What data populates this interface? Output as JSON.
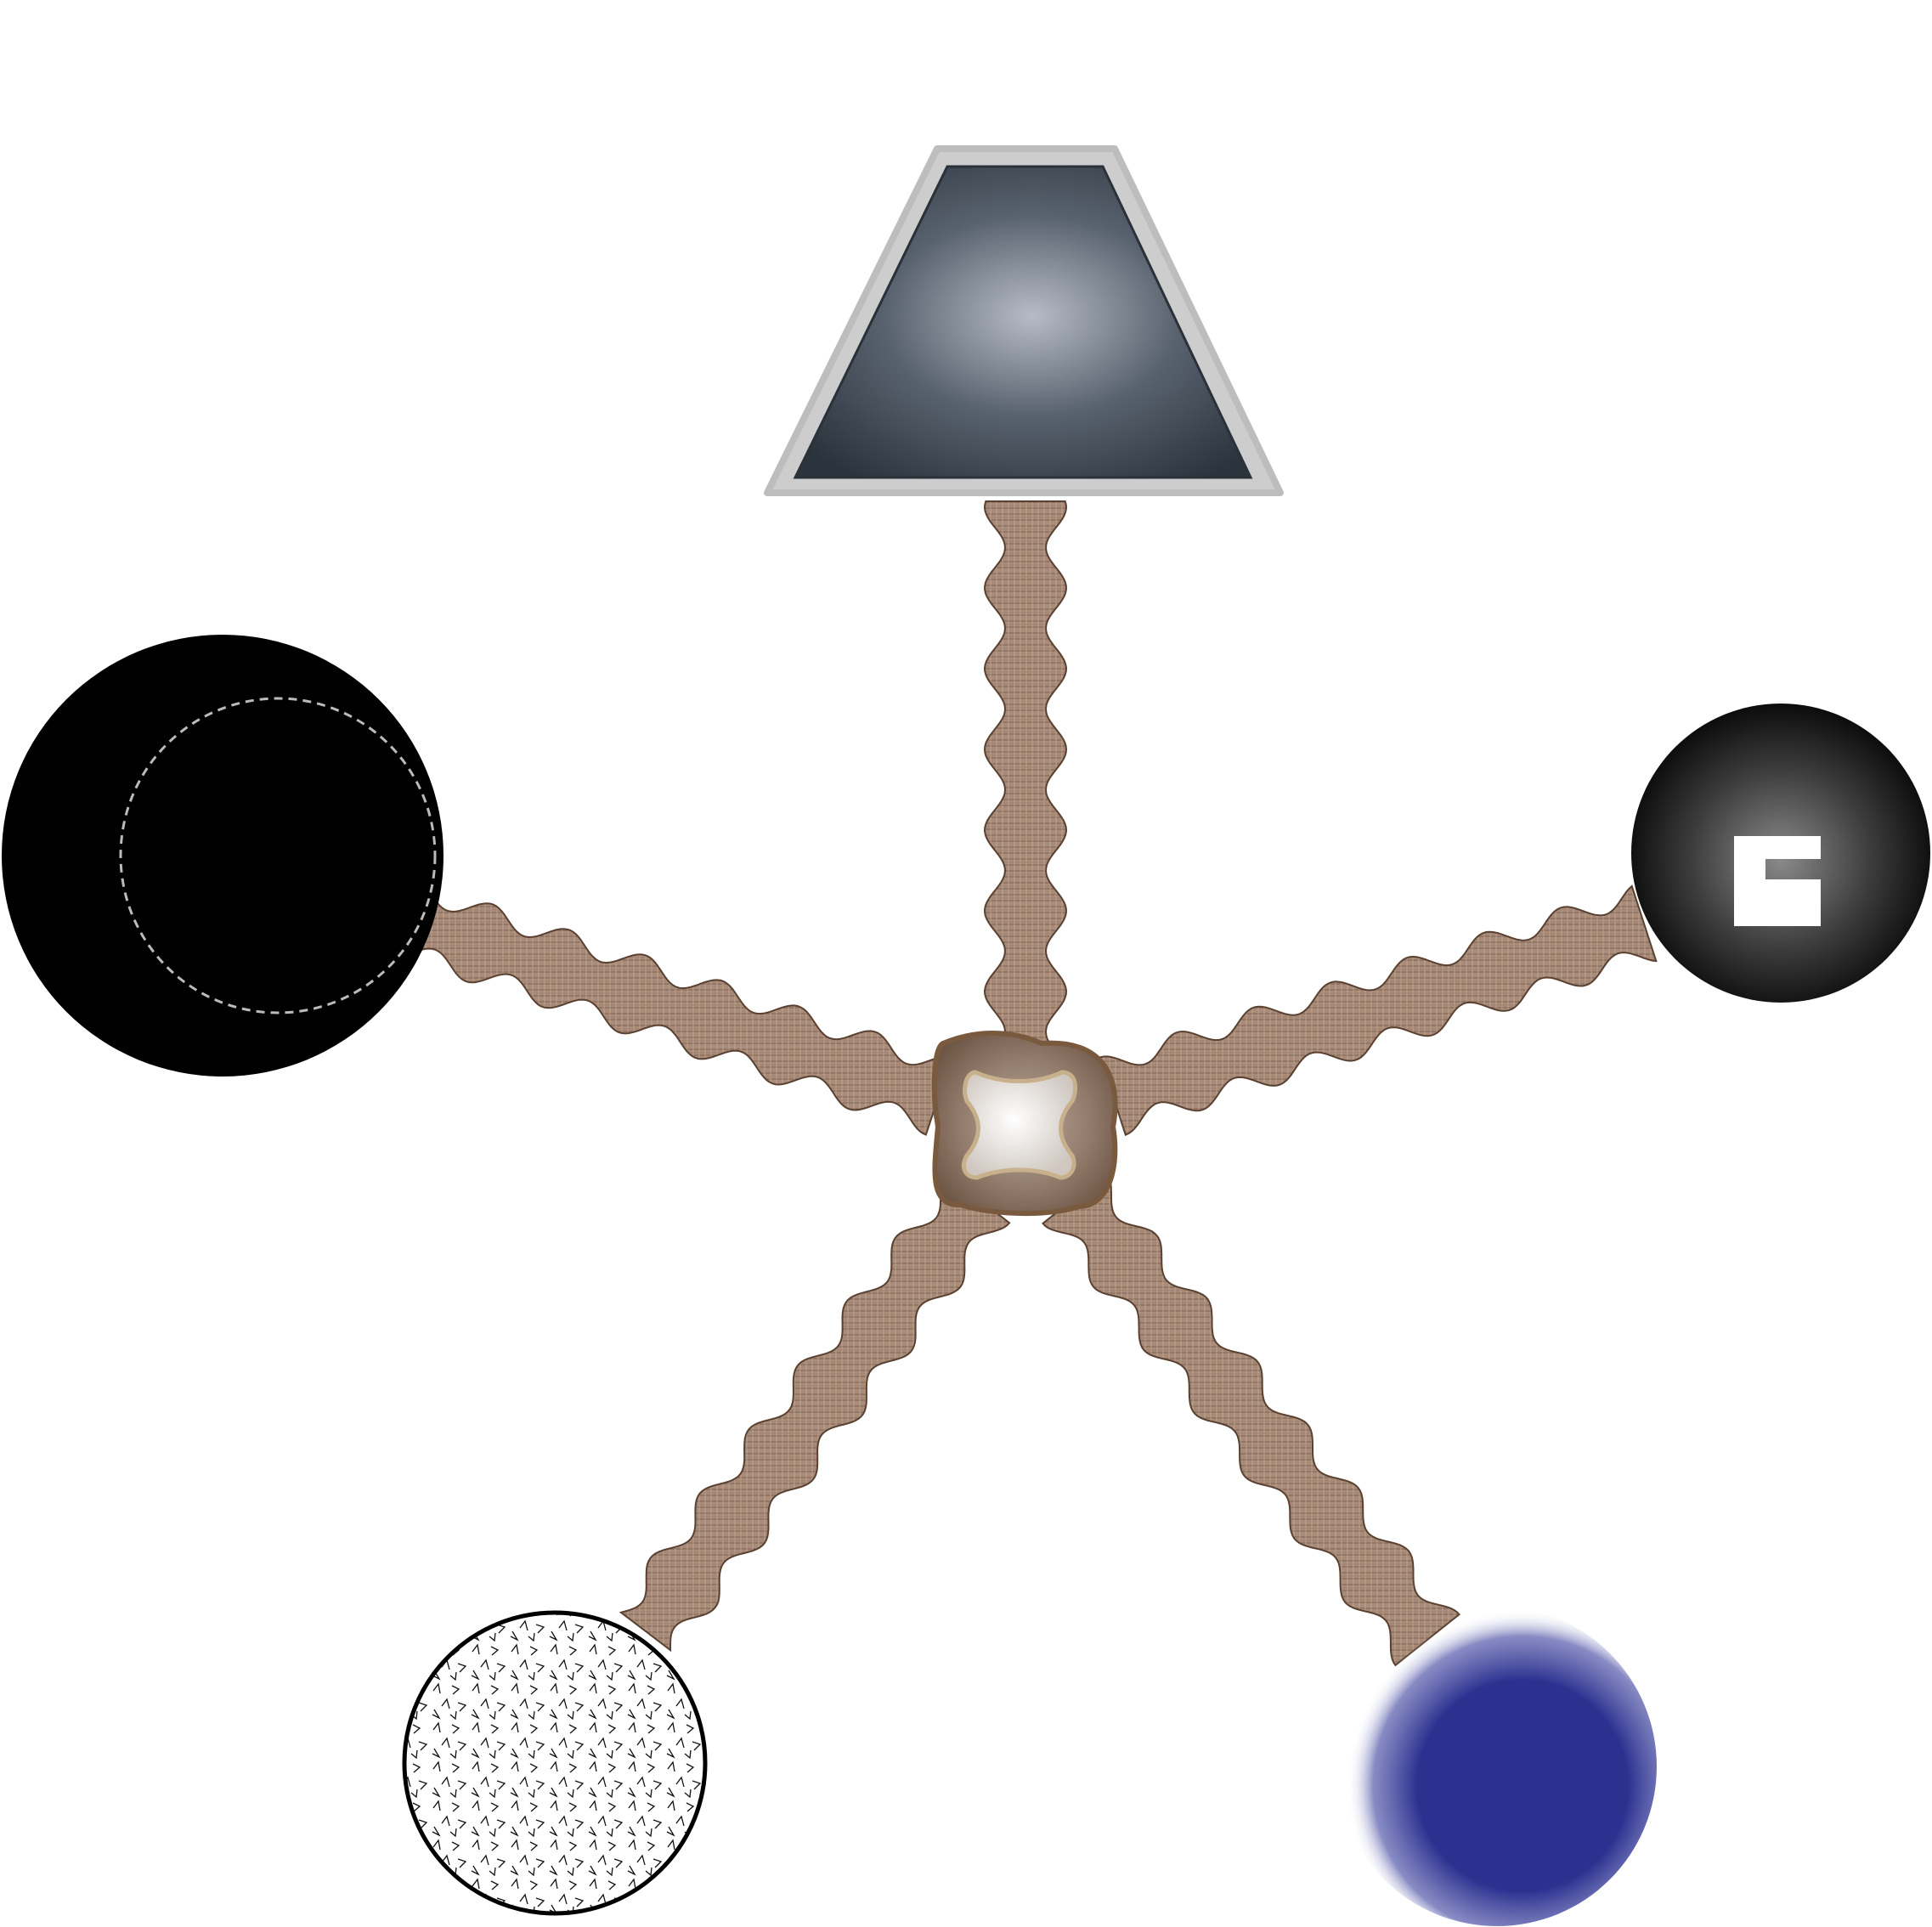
{
  "diagram": {
    "kind": "hub-and-spoke",
    "background": "#ffffff",
    "link_color": "#a88b78",
    "link_border_color": "#5a4030",
    "hub": {
      "name": "central-hub",
      "fill": "#9b8576",
      "border": "#7a5a3e",
      "inner_fill": "#eeeeee"
    },
    "nodes": [
      {
        "id": "top",
        "shape": "trapezoid",
        "fill": "#3a434d",
        "highlight": "#b6bcc6",
        "border": "#c8c8c8"
      },
      {
        "id": "left",
        "shape": "circle",
        "fill": "#000000",
        "accent": "#bbbbbb"
      },
      {
        "id": "right",
        "shape": "circle",
        "fill": "#1a1a1a",
        "highlight": "#888888",
        "glyph_fill": "#ffffff"
      },
      {
        "id": "bottom-left",
        "shape": "circle",
        "fill": "#ffffff",
        "pattern": "scattered-chevrons",
        "border": "#000000"
      },
      {
        "id": "bottom-right",
        "shape": "circle",
        "fill": "#2c3190",
        "style": "soft-edge"
      }
    ]
  }
}
